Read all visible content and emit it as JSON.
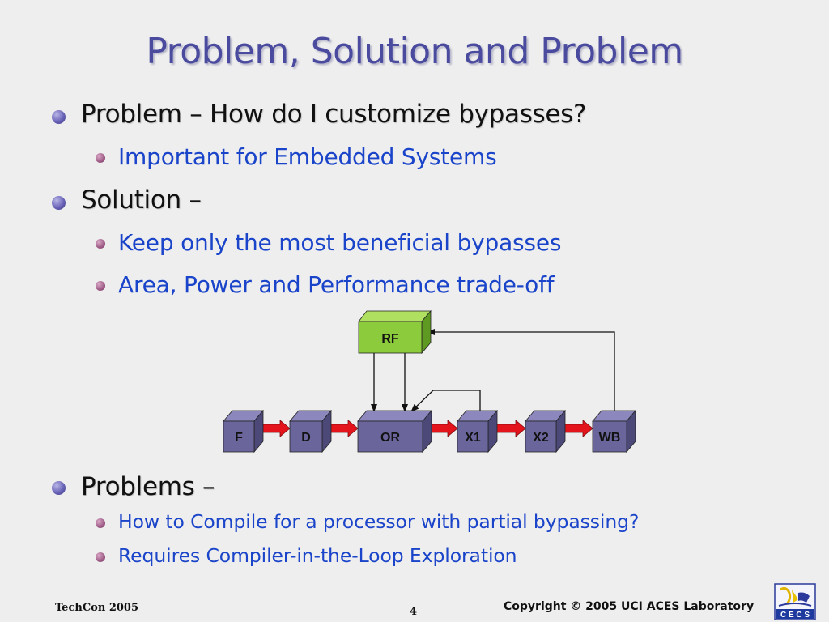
{
  "slide": {
    "title": "Problem, Solution and Problem",
    "bullets": [
      {
        "text": "Problem – How do I customize bypasses?"
      },
      {
        "text": "Important for Embedded Systems"
      },
      {
        "text": "Solution –"
      },
      {
        "text": "Keep only the most beneficial bypasses"
      },
      {
        "text": "Area, Power and Performance trade-off"
      },
      {
        "text": "Problems –"
      },
      {
        "text": "How to Compile for a processor with partial bypassing?"
      },
      {
        "text": "Requires Compiler-in-the-Loop Exploration"
      }
    ]
  },
  "diagram": {
    "register_file": "RF",
    "stages": [
      "F",
      "D",
      "OR",
      "X1",
      "X2",
      "WB"
    ],
    "colors": {
      "stage_front": "#6a669c",
      "stage_top": "#8c88bd",
      "stage_side": "#4c4878",
      "rf_front": "#8ccc3c",
      "rf_top": "#b0e060",
      "rf_side": "#5e9a22",
      "arrow": "#e4141c"
    }
  },
  "footer": {
    "event": "TechCon 2005",
    "page": "4",
    "copyright": "Copyright © 2005  UCI ACES Laboratory",
    "logo_text": "C E C S"
  }
}
